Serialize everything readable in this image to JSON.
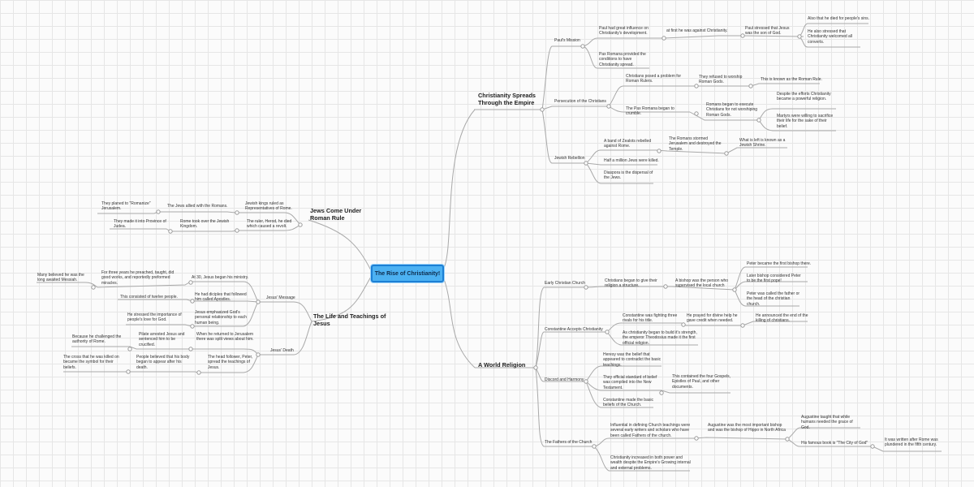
{
  "central": "The Rise of Christianity!",
  "mains": {
    "spread": "Christianity Spreads Through the Empire",
    "world": "A World Religion",
    "jews_rule": "Jews Come Under Roman Rule",
    "life": "The Life and Teachings of Jesus"
  },
  "spread": {
    "pauls_mission": "Paul's Mission",
    "great_influence": "Paul had great influence on Christianity's development.",
    "against": "at first he was against Christianity.",
    "son_of_god": "Paul stressed that Jesus was the son of God.",
    "died_for_sins": "Also that he died for people's sins.",
    "welcomed_converts": "He also stressed that Christianity welcomed all converts.",
    "pax_romana_conditions": "Pax Romana provided the conditions to have Christianity spread.",
    "persecution": "Persecution of the Christians",
    "posed_problem": "Christians posed a problem for Roman Rulers.",
    "refused_worship": "They refused to worship Roman Gods.",
    "roman_rule": "This is known as the Roman Rule.",
    "pax_crumble": "The Pax Romana began to crumble.",
    "execute": "Romans began to execute Christians for not worshiping Roman Gods.",
    "powerful_religion": "Despite the efforts Christianity became a powerful religion.",
    "martyrs": "Martyrs were willing to sacrifice their life for the sake of their belief.",
    "jewish_rebellion": "Jewish Rebellion",
    "zealots": "A band of Zealots rebelled against Rome.",
    "stormed": "The Romans stormed Jerusalem and destroyed the Temple.",
    "jewish_shrine": "What is left is known as a Jewish Shrine.",
    "half_million": "Half a million Jews were killed.",
    "diaspora": "Diaspora is the dispersal of the Jews."
  },
  "world": {
    "early_church": "Early Christian Church",
    "structure": "Christians began to give their religion a structure.",
    "bishop_supervised": "A bishop was the person who supervised the local church",
    "peter_first": "Peter became the first bishop there.",
    "later_bishop": "Later bishop considered Peter to be the first pope!",
    "father_head": "Peter was called the father or the head of the christian church.",
    "constantine": "Constantine Accepts Christianity",
    "fighting": "Constantine was fighting three rivals for his title.",
    "prayed": "He prayed for divine help he gave credit when needed.",
    "announced": "He announced the end of the killing of christians.",
    "theodosius": "As christianity began to build it's strength, the emperor Theodosius made it the first official religion.",
    "discord": "Discord and Harmony",
    "heresy": "Heresy was the belief that appeared to contradict the basic teachings.",
    "official_standard": "They official standard of belief was compiled into the New Testament.",
    "four_gospels": "This contained the four Gospels, Epistles of Paul, and other documents.",
    "basic_beliefs": "Constantine made the basic beliefs of the Church.",
    "fathers": "The Fathers of the Church",
    "influential": "Influential in defining Church teachings were several early writers and scholars who have been called Fathers of the church.",
    "augustine_important": "Augustine was the most important bishop and was the bishop of Hippo in North Africa",
    "augustine_taught": "Augustine taught that while humans needed the grace of God.",
    "city_of_god": "His famous book is \"The City of God\"",
    "written_after": "It was written after Rome was plundered in the fifth century.",
    "increased_power": "Christianity increased in both power and wealth despite the Empire's Growing internal and external problems."
  },
  "jews_rule": {
    "kings": "Jewish kings ruled as Representatives of Rome.",
    "allied": "The Jews allied with the Romans.",
    "romanize": "They planed to \"Romanize\" Jerusalem.",
    "herod": "The ruler, Herod, he died which caused a revolt.",
    "rome_took": "Rome took over the Jewish Kingdom.",
    "province": "They made it into Province of Judea."
  },
  "life": {
    "message": "Jesus' Message",
    "age30": "At 30, Jesus began his ministry.",
    "three_years": "For three years he preached, taught, did good works, and reportedly preformed miracles.",
    "messiah": "Many believed he was the long awaited Messiah.",
    "disciples": "He had diciples that followed him called Apostles.",
    "twelve": "This consisted of twelve people.",
    "relationship": "Jesus emphasized God's personal relationship to each human being.",
    "importance": "He stressed the importance of people's love for God.",
    "death": "Jesus' Death",
    "returned": "When he returned to Jerusalem there was split views about him.",
    "pilate": "Pilate arrested Jesus and sentenced him to be crucified.",
    "challenged": "Because he challenged the authority of Rome.",
    "peter_spread": "The head follower, Peter, spread the teachings of Jesus.",
    "body_appear": "People believed that his body began to appear after his death.",
    "cross": "The cross that he was killed on became the symbol for their beliefs."
  }
}
